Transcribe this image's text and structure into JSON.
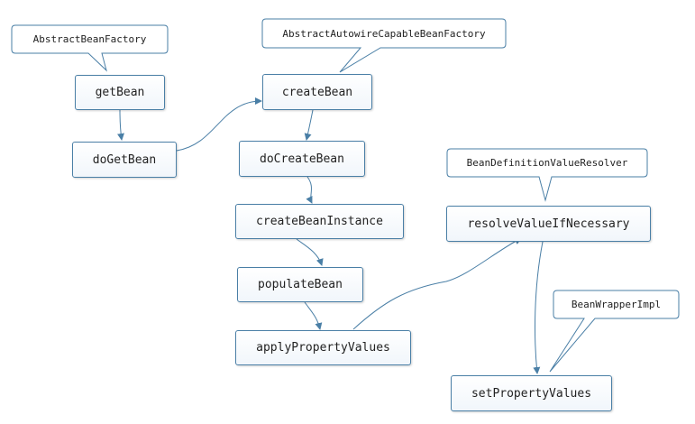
{
  "nodes": {
    "get_bean": "getBean",
    "do_get_bean": "doGetBean",
    "create_bean": "createBean",
    "do_create_bean": "doCreateBean",
    "create_bean_instance": "createBeanInstance",
    "populate_bean": "populateBean",
    "apply_property_values": "applyPropertyValues",
    "resolve_value_if_necessary": "resolveValueIfNecessary",
    "set_property_values": "setPropertyValues"
  },
  "notes": {
    "abstract_bean_factory": "AbstractBeanFactory",
    "abstract_autowire_capable_bean_factory": "AbstractAutowireCapableBeanFactory",
    "bean_definition_value_resolver": "BeanDefinitionValueResolver",
    "bean_wrapper_impl": "BeanWrapperImpl"
  },
  "colors": {
    "border": "#4a7fa6",
    "arrow": "#4a7fa6",
    "node_fill_top": "#ffffff",
    "node_fill_bottom": "#f1f6fb"
  }
}
